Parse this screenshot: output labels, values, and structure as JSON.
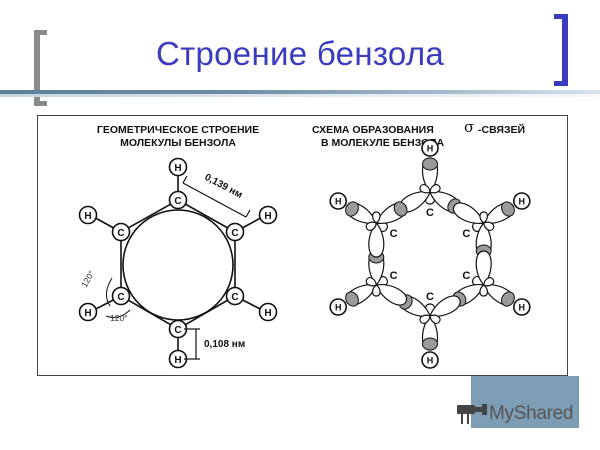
{
  "slide": {
    "title": "Строение бензола",
    "left_figure": {
      "heading_line1": "ГЕОМЕТРИЧЕСКОЕ СТРОЕНИЕ",
      "heading_line2": "МОЛЕКУЛЫ БЕНЗОЛА",
      "carbon_label": "C",
      "hydrogen_label": "H",
      "cc_bond_length": "0,139 нм",
      "ch_bond_length": "0,108 нм",
      "angle1": "120°",
      "angle2": "120°"
    },
    "right_figure": {
      "heading_prefix": "СХЕМА ОБРАЗОВАНИЯ",
      "heading_sigma": "σ",
      "heading_suffix": "-СВЯЗЕЙ",
      "heading_line2": "В МОЛЕКУЛЕ БЕНЗОЛА",
      "carbon_label": "C",
      "hydrogen_label": "H"
    },
    "watermark": "MyShared",
    "colors": {
      "title": "#3b3bbf",
      "nav_button": "#7d9db4"
    }
  }
}
